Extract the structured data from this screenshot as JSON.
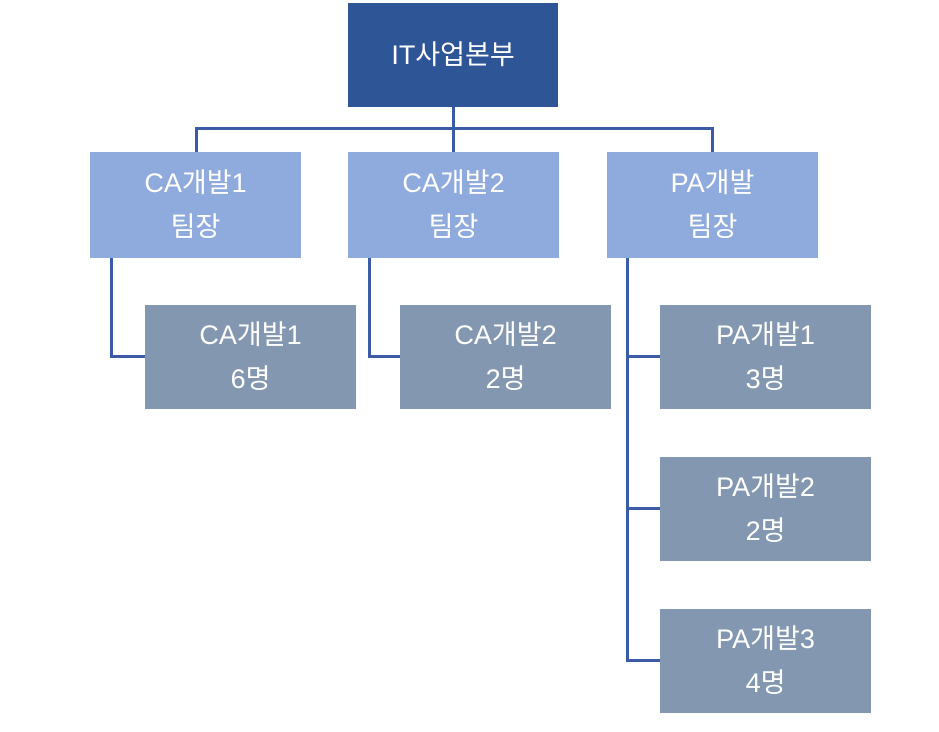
{
  "colors": {
    "root_fill": "#2E5596",
    "team_fill": "#8FAADC",
    "sub_fill": "#8497B0",
    "line": "#3B5BA6",
    "text": "#FFFFFF",
    "background": "#FFFFFF"
  },
  "org": {
    "root": {
      "label": "IT사업본부"
    },
    "teams": [
      {
        "name": "CA개발1",
        "role": "팀장",
        "children": [
          {
            "name": "CA개발1",
            "count": "6명"
          }
        ]
      },
      {
        "name": "CA개발2",
        "role": "팀장",
        "children": [
          {
            "name": "CA개발2",
            "count": "2명"
          }
        ]
      },
      {
        "name": "PA개발",
        "role": "팀장",
        "children": [
          {
            "name": "PA개발1",
            "count": "3명"
          },
          {
            "name": "PA개발2",
            "count": "2명"
          },
          {
            "name": "PA개발3",
            "count": "4명"
          }
        ]
      }
    ]
  }
}
